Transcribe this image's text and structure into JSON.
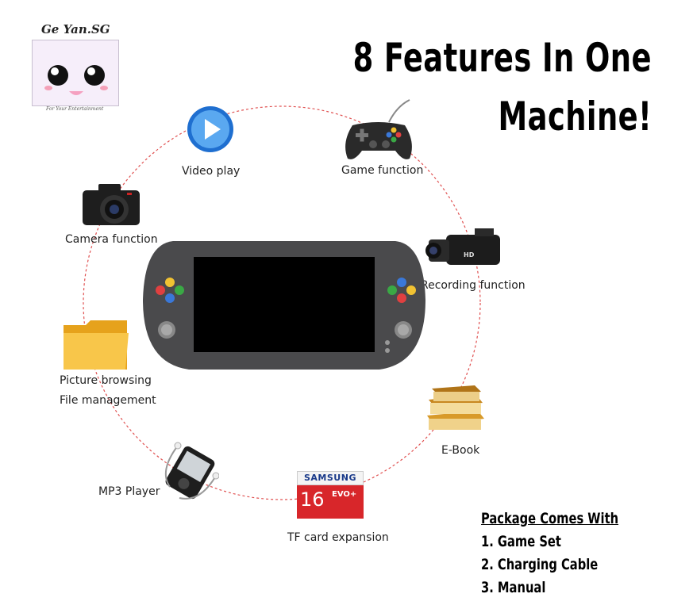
{
  "logo": {
    "name": "Ge Yan.SG",
    "tagline": "For Your Entertainment"
  },
  "headline": {
    "line1": "8 Features In One",
    "line2": "Machine!"
  },
  "features": [
    {
      "label": "Video play",
      "icon": "play-button-icon"
    },
    {
      "label": "Game function",
      "icon": "gamepad-icon"
    },
    {
      "label": "Camera function",
      "icon": "camera-icon"
    },
    {
      "label": "Recording function",
      "icon": "camcorder-icon"
    },
    {
      "label": "Picture browsing",
      "label2": "File management",
      "icon": "folder-icon"
    },
    {
      "label": "E-Book",
      "icon": "books-icon"
    },
    {
      "label": "MP3 Player",
      "icon": "mp3-player-icon"
    },
    {
      "label": "TF card expansion",
      "icon": "sd-card-icon"
    }
  ],
  "sd_card": {
    "brand": "SAMSUNG",
    "capacity": "16",
    "series": "EVO+"
  },
  "package": {
    "heading": "Package Comes With",
    "items": [
      "1. Game Set",
      "2. Charging Cable",
      "3. Manual"
    ]
  },
  "colors": {
    "circle": "#e05050",
    "device_body": "#4a4a4c",
    "sd_red": "#d8262a"
  }
}
